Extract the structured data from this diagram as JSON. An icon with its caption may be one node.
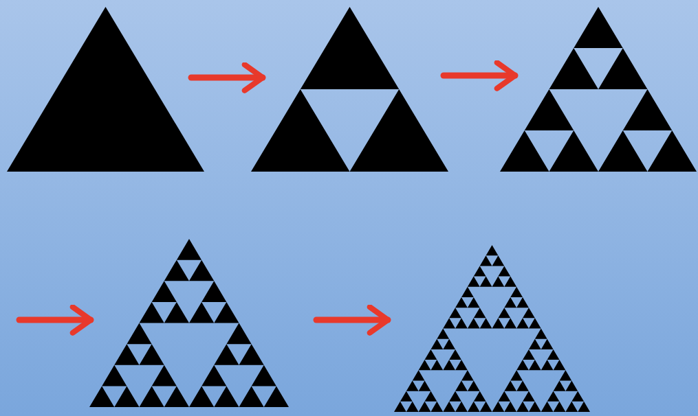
{
  "diagram": {
    "nodes": [
      {
        "text": [],
        "shape": "triangle"
      },
      {
        "text": [],
        "shape": "triangle"
      },
      {
        "text": [],
        "shape": "triangle"
      },
      {
        "text": [],
        "shape": "triangle"
      },
      {
        "text": [],
        "shape": "triangle"
      }
    ],
    "edges": [
      {
        "from": 0,
        "to": 1,
        "arrow": "to"
      },
      {
        "from": 1,
        "to": 2,
        "arrow": "to"
      },
      {
        "from": null,
        "to": 3,
        "arrow": "to"
      },
      {
        "from": 3,
        "to": 4,
        "arrow": "to"
      }
    ]
  }
}
